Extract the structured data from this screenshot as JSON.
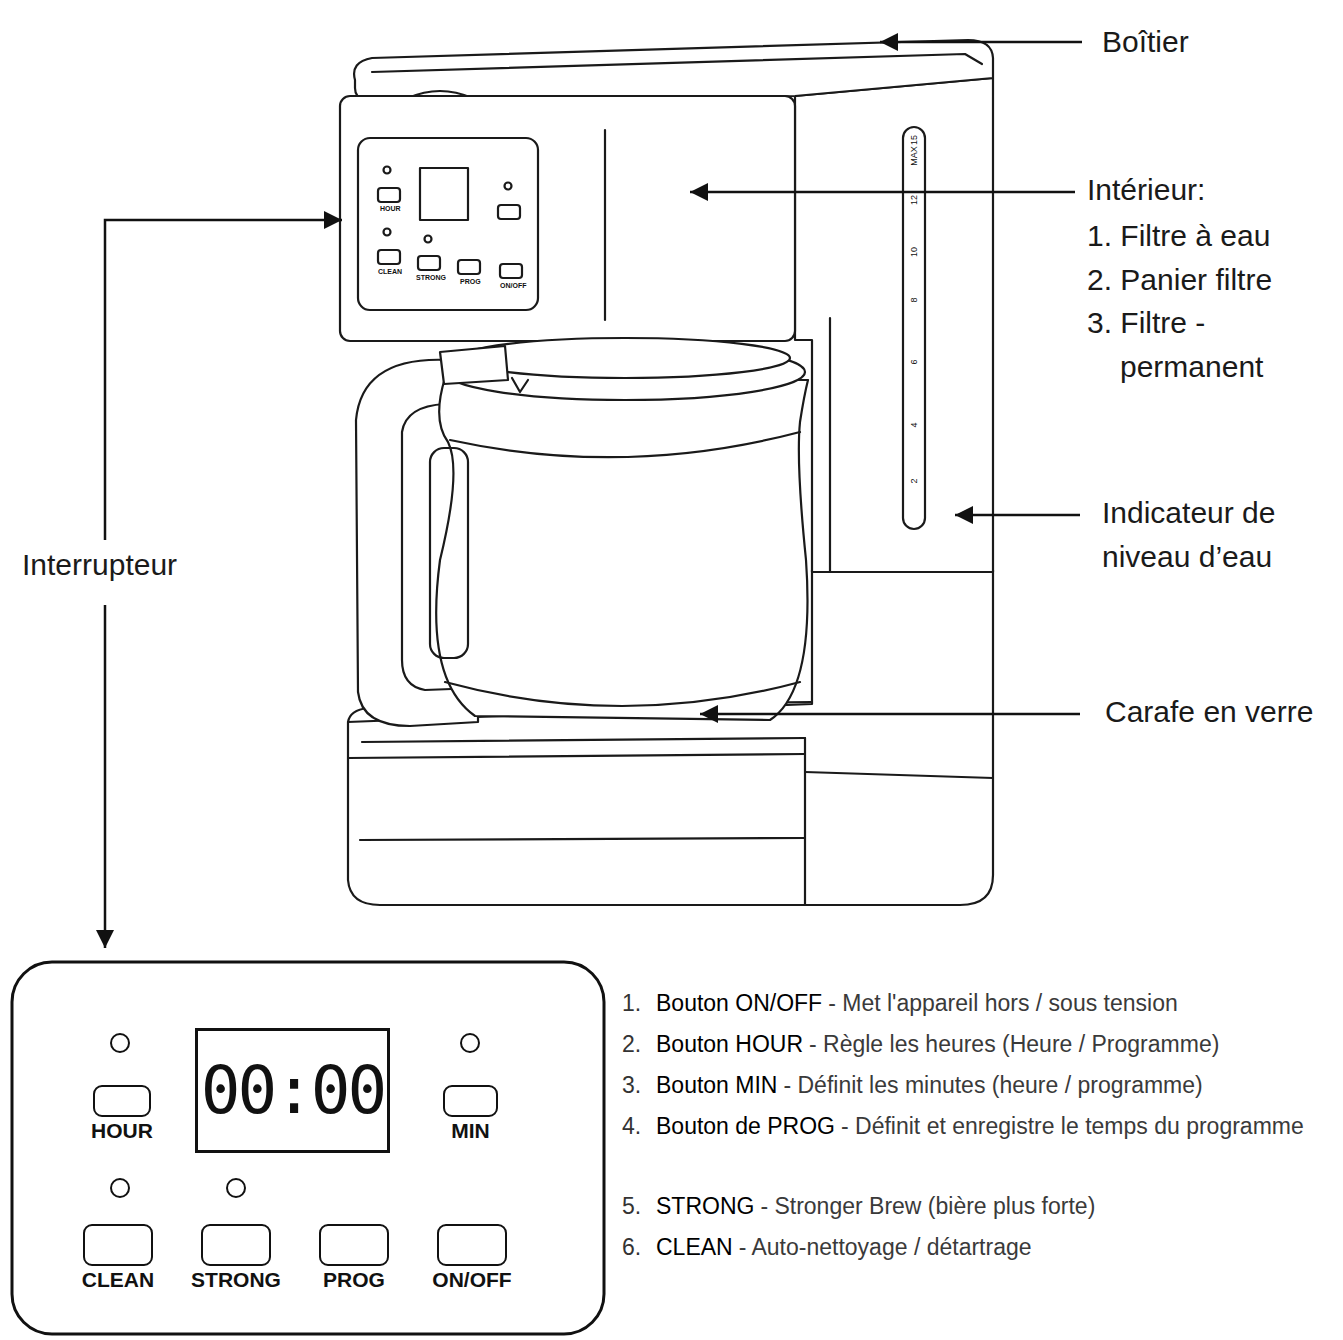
{
  "diagram": {
    "nodes": [
      {
        "text": [
          "HOUR"
        ]
      },
      {
        "text": [
          "00:00"
        ]
      },
      {
        "text": [
          "MIN"
        ]
      },
      {
        "text": [
          "CLEAN"
        ]
      },
      {
        "text": [
          "STRONG"
        ]
      },
      {
        "text": [
          "PROG"
        ]
      },
      {
        "text": [
          "ON/OFF"
        ]
      }
    ],
    "labels": [
      "Boîtier",
      "Intérieur:",
      "1. Filtre à eau",
      "2. Panier filtre",
      "3. Filtre - permanent",
      "Indicateur de niveau d’eau",
      "Carafe en verre",
      "Interrupteur",
      "HOUR",
      "CLEAN",
      "STRONG",
      "PROG",
      "ON/OFF",
      "15",
      "MAX",
      "12",
      "10",
      "8",
      "6",
      "4",
      "2",
      "1.",
      "Bouton ON/OFF",
      "- Met l'appareil hors / sous tension",
      "2.",
      "Bouton HOUR",
      "- Règle les heures (Heure / Programme)",
      "3.",
      "Bouton MIN",
      "- Définit les minutes (heure / programme)",
      "4.",
      "Bouton de PROG",
      "- Définit et enregistre le temps du programme",
      "5.",
      "STRONG",
      "- Stronger Brew (bière plus forte)",
      "6.",
      "CLEAN",
      "- Auto-nettoyage / détartrage"
    ]
  }
}
